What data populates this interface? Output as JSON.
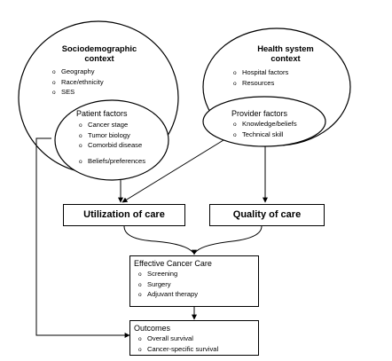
{
  "sociodemographic": {
    "title": "Sociodemographic\ncontext",
    "items": [
      "Geography",
      "Race/ethnicity",
      "SES"
    ]
  },
  "health_system": {
    "title": "Health system\ncontext",
    "items": [
      "Hospital factors",
      "Resources"
    ]
  },
  "patient": {
    "title": "Patient factors",
    "items": [
      "Cancer stage",
      "Tumor biology",
      "Comorbid disease",
      "",
      "Beliefs/preferences"
    ]
  },
  "provider": {
    "title": "Provider factors",
    "items": [
      "Knowledge/beliefs",
      "Technical skill"
    ]
  },
  "utilization": {
    "label": "Utilization of care"
  },
  "quality": {
    "label": "Quality of care"
  },
  "effective": {
    "title": "Effective Cancer Care",
    "items": [
      "Screening",
      "Surgery",
      "Adjuvant therapy"
    ]
  },
  "outcomes": {
    "title": "Outcomes",
    "items": [
      "Overall survival",
      "Cancer-specific survival"
    ]
  },
  "bullet_glyph": "o"
}
